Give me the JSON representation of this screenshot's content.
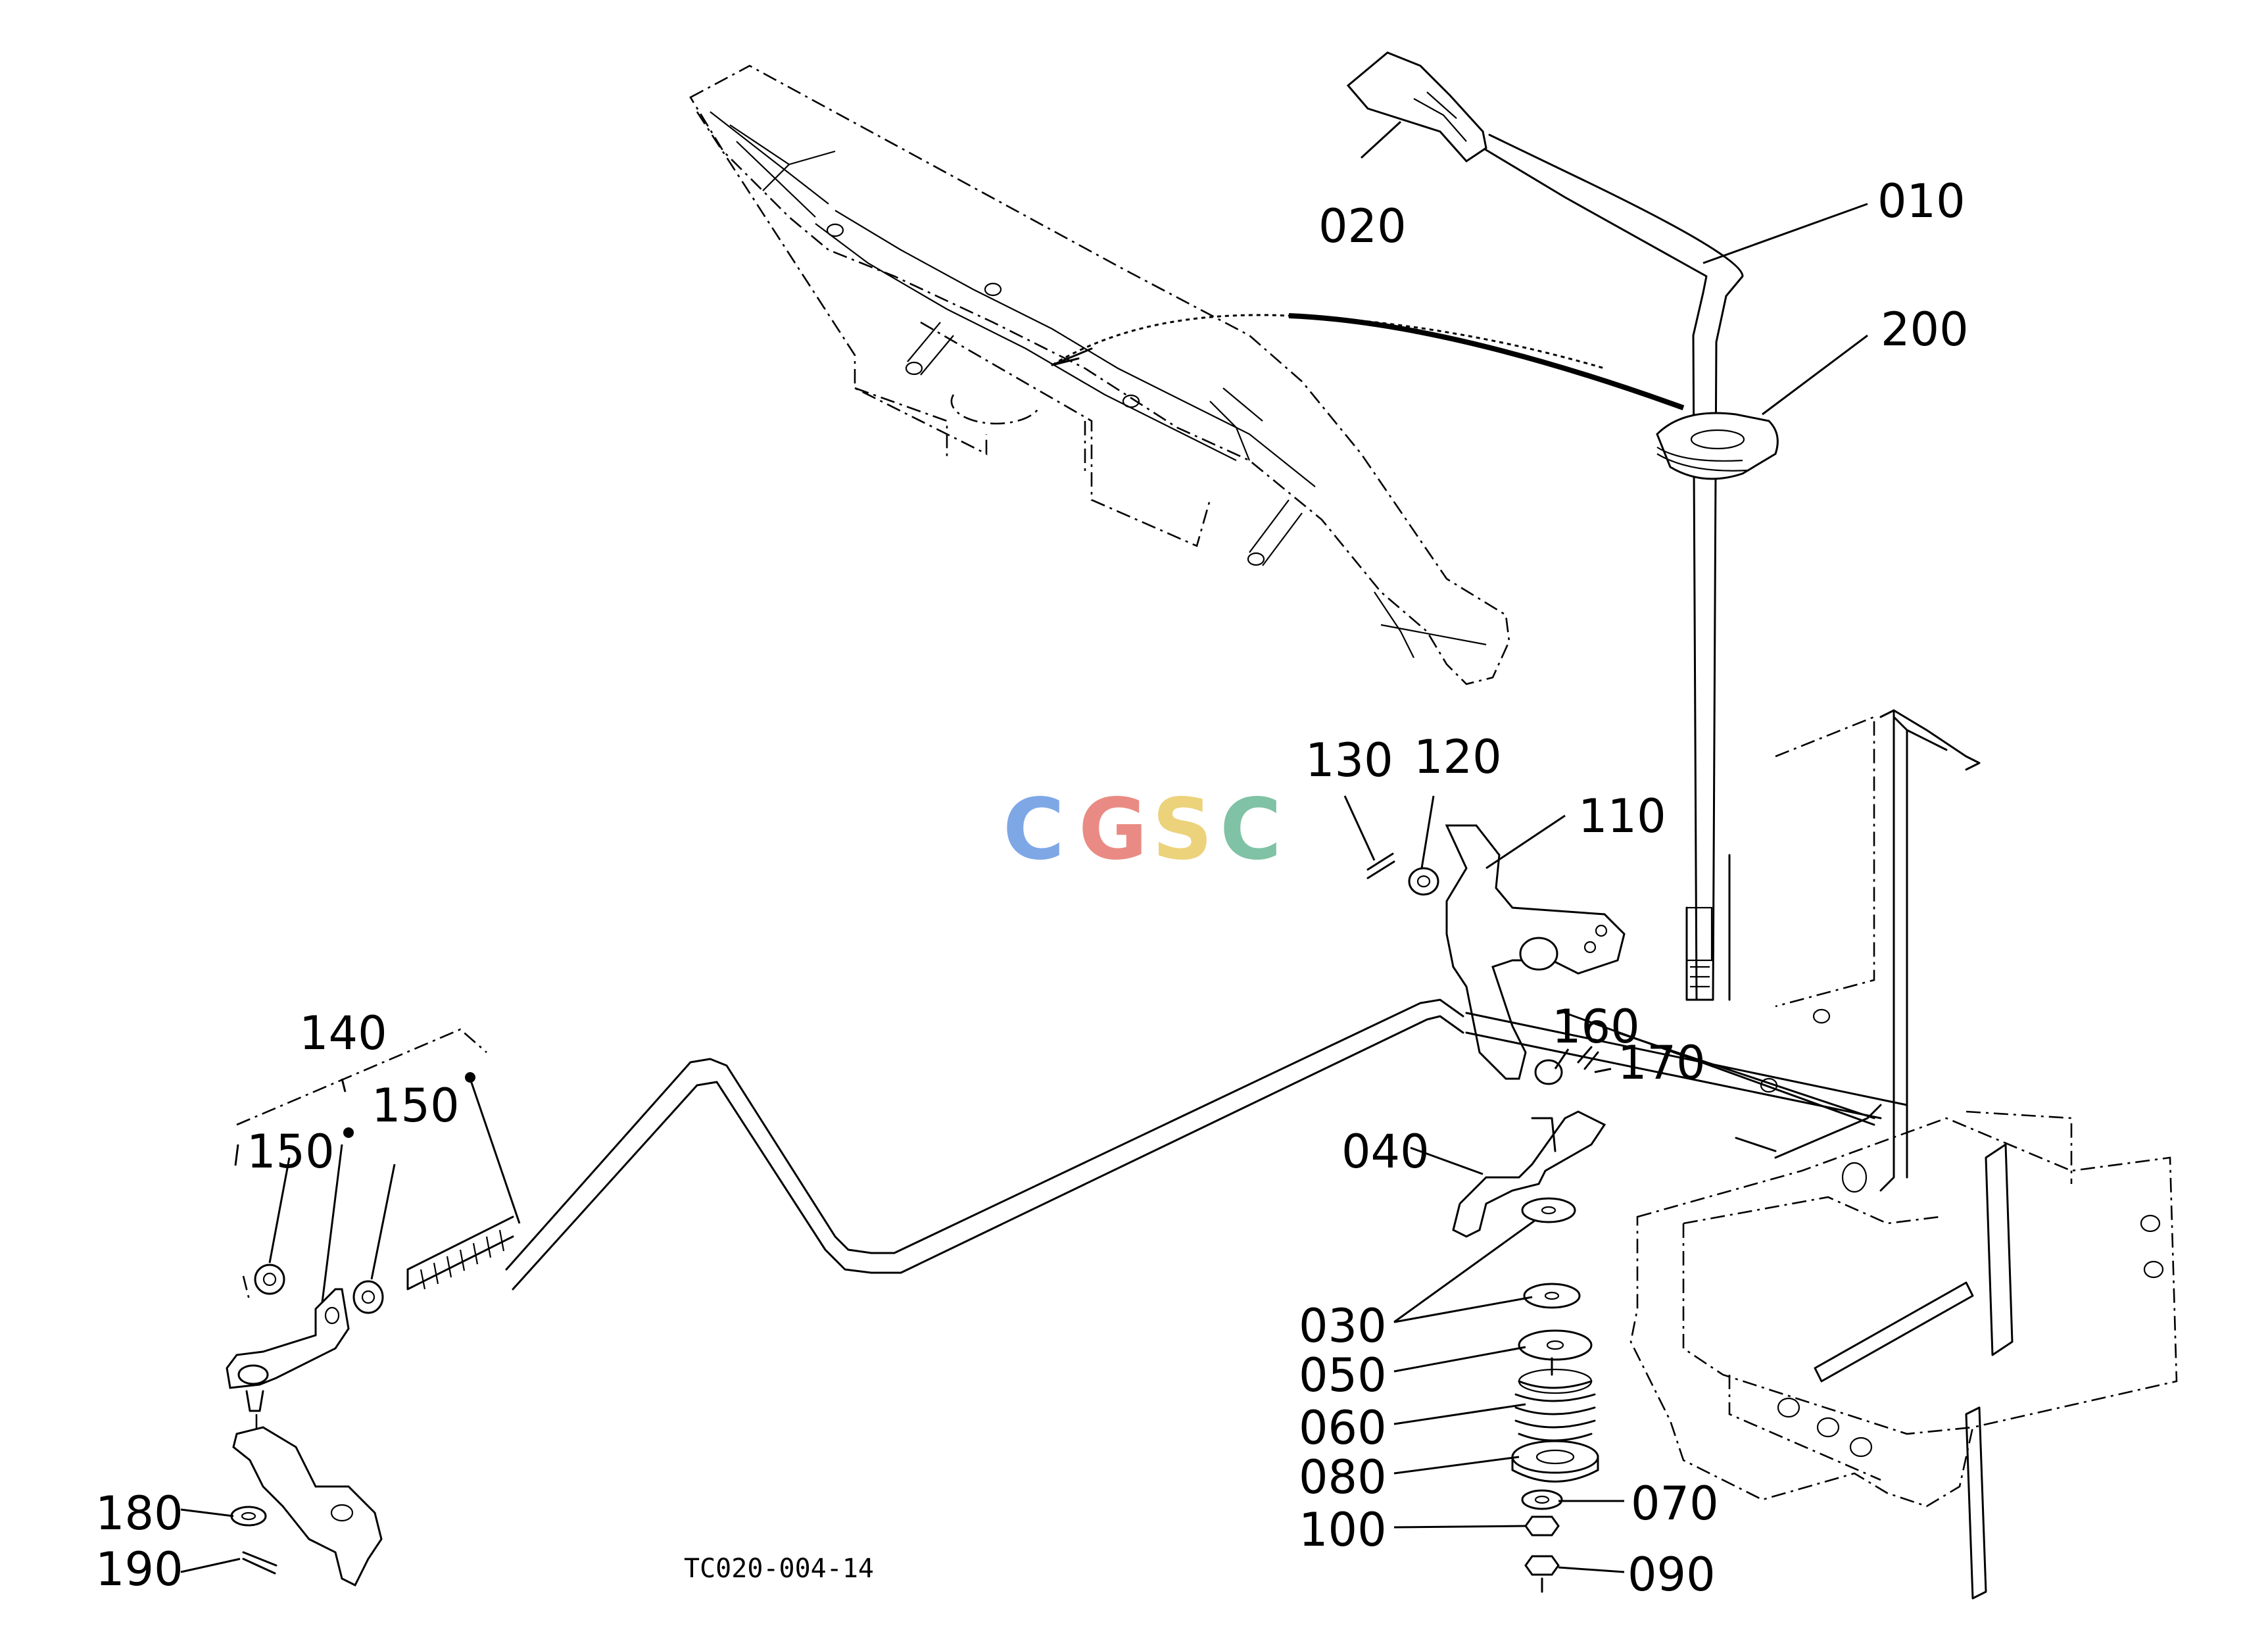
{
  "figure_code": "TC020-004-14",
  "watermark": {
    "text": "CGSC",
    "colors": [
      "#7ea7e6",
      "#e98b84",
      "#ecd27a",
      "#7fc2a5"
    ]
  },
  "callouts": {
    "c010": "010",
    "c020": "020",
    "c200": "200",
    "c130": "130",
    "c120": "120",
    "c110": "110",
    "c140": "140",
    "c150a": "150",
    "c150b": "150",
    "c160": "160",
    "c170": "170",
    "c040": "040",
    "c030": "030",
    "c050": "050",
    "c060": "060",
    "c080": "080",
    "c070": "070",
    "c100": "100",
    "c090": "090",
    "c180": "180",
    "c190": "190"
  }
}
